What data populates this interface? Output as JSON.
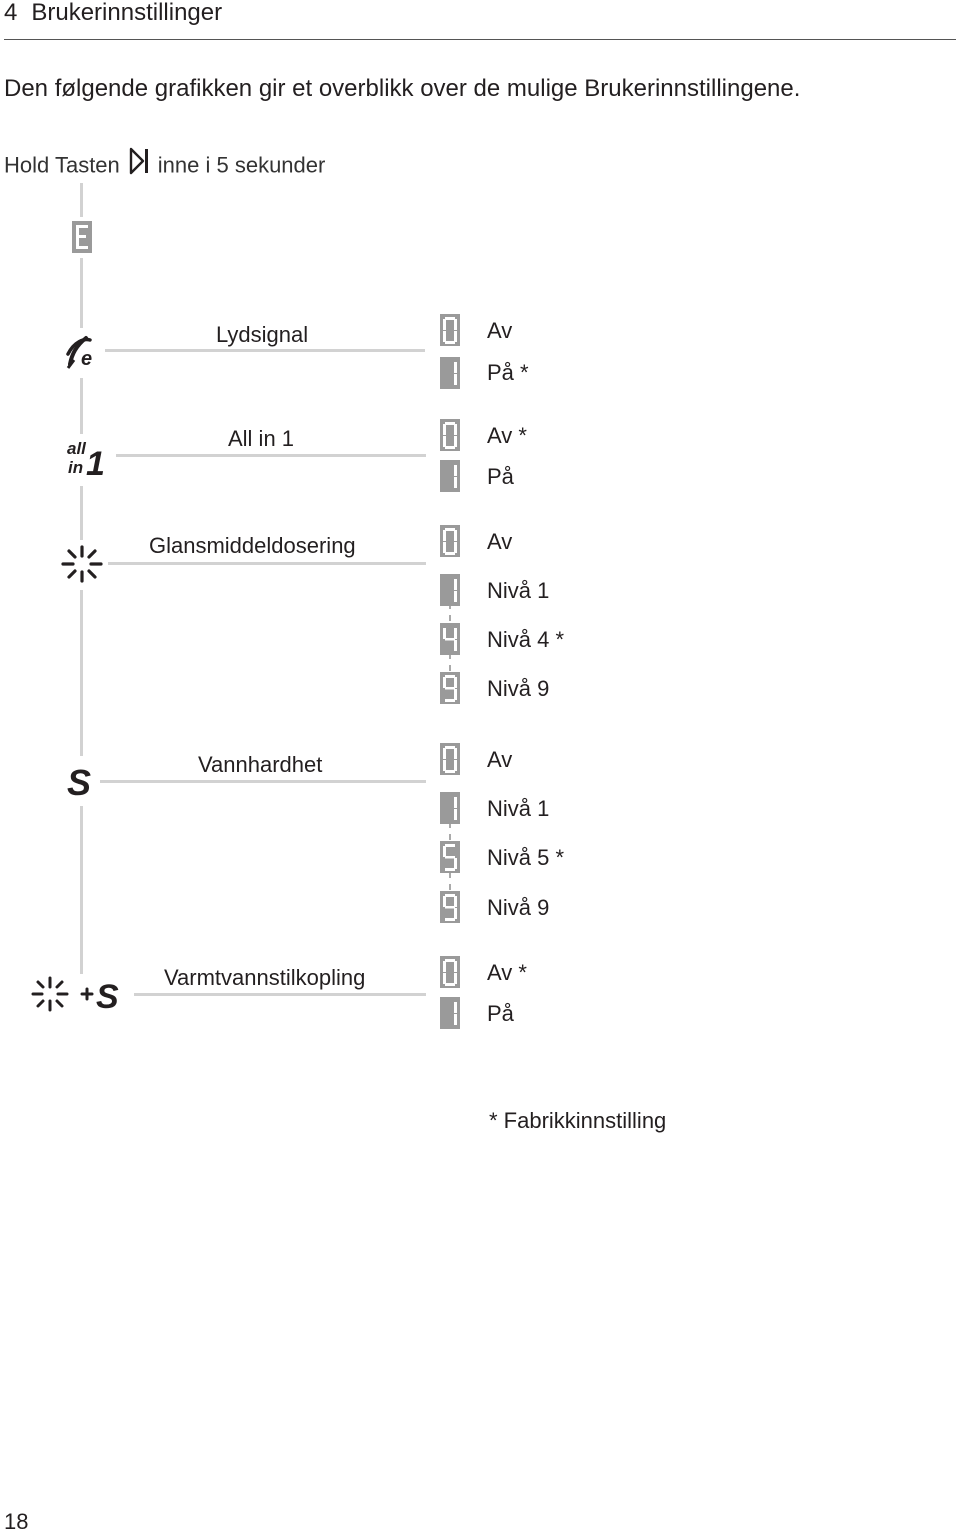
{
  "header": {
    "number": "4",
    "title": "Brukerinnstillinger"
  },
  "intro": "Den følgende grafikken gir et overblikk over de mulige Brukerinnstillingene.",
  "hold": {
    "before": "Hold Tasten",
    "after": "inne i 5 sekunder",
    "icon": "skip-forward-icon"
  },
  "display_start": "E",
  "settings": [
    {
      "icon": "sound-signal-icon",
      "label": "Lydsignal",
      "options": [
        {
          "digit": "0",
          "text": "Av"
        },
        {
          "digit": "1",
          "text": "På *"
        }
      ]
    },
    {
      "icon": "all-in-1-icon",
      "label": "All in 1",
      "options": [
        {
          "digit": "0",
          "text": "Av *"
        },
        {
          "digit": "1",
          "text": "På"
        }
      ]
    },
    {
      "icon": "rinse-aid-icon",
      "label": "Glansmiddeldosering",
      "options": [
        {
          "digit": "0",
          "text": "Av"
        },
        {
          "digit": "1",
          "text": "Nivå 1"
        },
        {
          "digit": "4",
          "text": "Nivå 4 *"
        },
        {
          "digit": "9",
          "text": "Nivå 9"
        }
      ]
    },
    {
      "icon": "salt-icon",
      "label": "Vannhardhet",
      "options": [
        {
          "digit": "0",
          "text": "Av"
        },
        {
          "digit": "1",
          "text": "Nivå 1"
        },
        {
          "digit": "5",
          "text": "Nivå 5 *"
        },
        {
          "digit": "9",
          "text": "Nivå 9"
        }
      ]
    },
    {
      "icon": "rinse-aid-plus-salt-icon",
      "label": "Varmtvannstilkopling",
      "options": [
        {
          "digit": "0",
          "text": "Av *"
        },
        {
          "digit": "1",
          "text": "På"
        }
      ]
    }
  ],
  "footnote": "* Fabrikkinnstilling",
  "page_number": "18"
}
